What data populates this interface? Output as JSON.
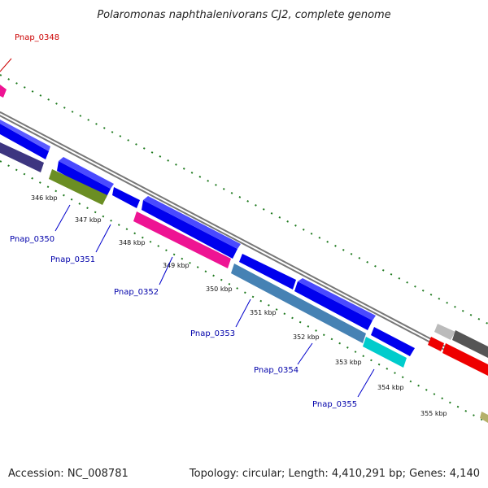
{
  "title": "Polaromonas naphthalenivorans CJ2, complete genome",
  "footer": {
    "accession": "Accession: NC_008781",
    "topology": "Topology: circular; Length: 4,410,291 bp; Genes: 4,140"
  },
  "colors": {
    "backbone": "#888888",
    "ruler_ticks": "#1f7a1f",
    "label_line_blue": "#0000cc",
    "label_line_red": "#cc0000",
    "blue_gene": "#0000ee",
    "magenta_gene": "#ee1493",
    "steelblue_gene": "#4682b4",
    "cyan_gene": "#00cccc",
    "olive_gene": "#6b8e23",
    "slate_gene": "#3d3580",
    "red_gene": "#ee0000",
    "gray_gene": "#555555",
    "silver_gene": "#bbbbbb",
    "khaki_gene": "#b5b06a"
  },
  "kbp_labels": [
    "346 kbp",
    "347 kbp",
    "348 kbp",
    "349 kbp",
    "350 kbp",
    "351 kbp",
    "352 kbp",
    "353 kbp",
    "354 kbp",
    "355 kbp"
  ],
  "gene_labels": [
    {
      "id": "p0348",
      "text": "Pnap_0348",
      "color": "red"
    },
    {
      "id": "p0350",
      "text": "Pnap_0350",
      "color": "blue"
    },
    {
      "id": "p0351",
      "text": "Pnap_0351",
      "color": "blue"
    },
    {
      "id": "p0352",
      "text": "Pnap_0352",
      "color": "blue"
    },
    {
      "id": "p0353",
      "text": "Pnap_0353",
      "color": "blue"
    },
    {
      "id": "p0354",
      "text": "Pnap_0354",
      "color": "blue"
    },
    {
      "id": "p0355",
      "text": "Pnap_0355",
      "color": "blue"
    }
  ]
}
